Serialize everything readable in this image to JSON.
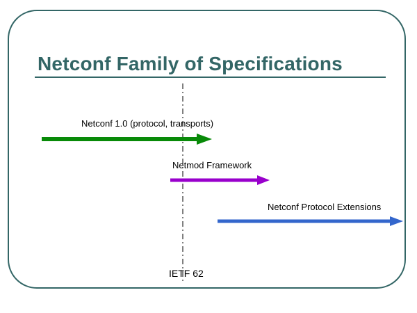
{
  "slide": {
    "title": "Netconf Family of Specifications"
  },
  "timeline": {
    "items": [
      {
        "label": "Netconf 1.0 (protocol, transports)",
        "color": "#088A08"
      },
      {
        "label": "Netmod Framework",
        "color": "#9900CC"
      },
      {
        "label": "Netconf Protocol Extensions",
        "color": "#3366CC"
      }
    ],
    "milestone": {
      "label": "IETF 62",
      "line_color": "#000000"
    }
  },
  "colors": {
    "title_text": "#336666",
    "frame_border": "#336666",
    "underline": "#336666",
    "background": "#FFFFFF",
    "label_text": "#000000"
  }
}
